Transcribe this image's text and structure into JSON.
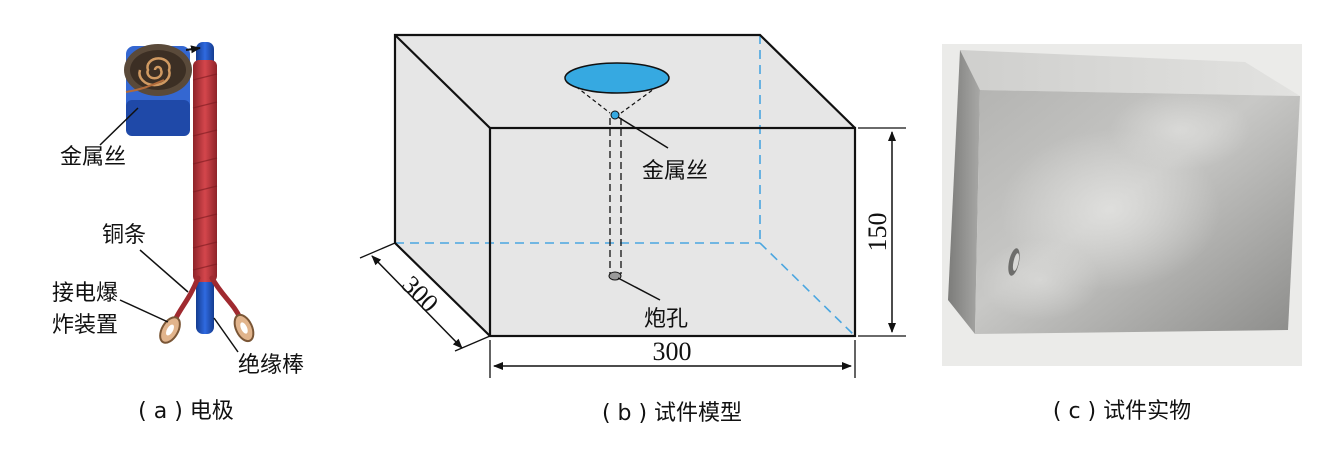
{
  "panel_a": {
    "caption": "( a ) 电极",
    "labels": {
      "wire": "金属丝",
      "copper_strip": "铜条",
      "detonator_line1": "接电爆",
      "detonator_line2": "炸装置",
      "insulating_rod": "绝缘棒"
    }
  },
  "panel_b": {
    "caption": "( b ) 试件模型",
    "labels": {
      "wire": "金属丝",
      "borehole": "炮孔"
    },
    "dimensions": {
      "length": "300",
      "depth": "300",
      "height": "150"
    }
  },
  "panel_c": {
    "caption": "( c ) 试件实物"
  },
  "colors": {
    "cube_fill": "#e6e6e6",
    "hidden_edge": "#4aa6e0",
    "ellipse": "#36a9e1",
    "rod_blue": "#1d4fb8",
    "copper_red": "#c0363d",
    "concrete": "#9c9c9a"
  }
}
